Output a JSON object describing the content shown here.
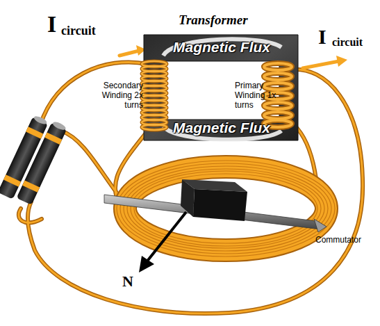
{
  "diagram": {
    "nodes": [
      {
        "text": [
          "Transformer",
          "Magnetic Flux",
          "Magnetic Flux"
        ]
      }
    ],
    "labels": [
      "I",
      "circuit",
      "I",
      "circuit",
      "Secondary Winding 2x turns",
      "Primary Winding 1x turns",
      "Commutator",
      "N"
    ]
  }
}
